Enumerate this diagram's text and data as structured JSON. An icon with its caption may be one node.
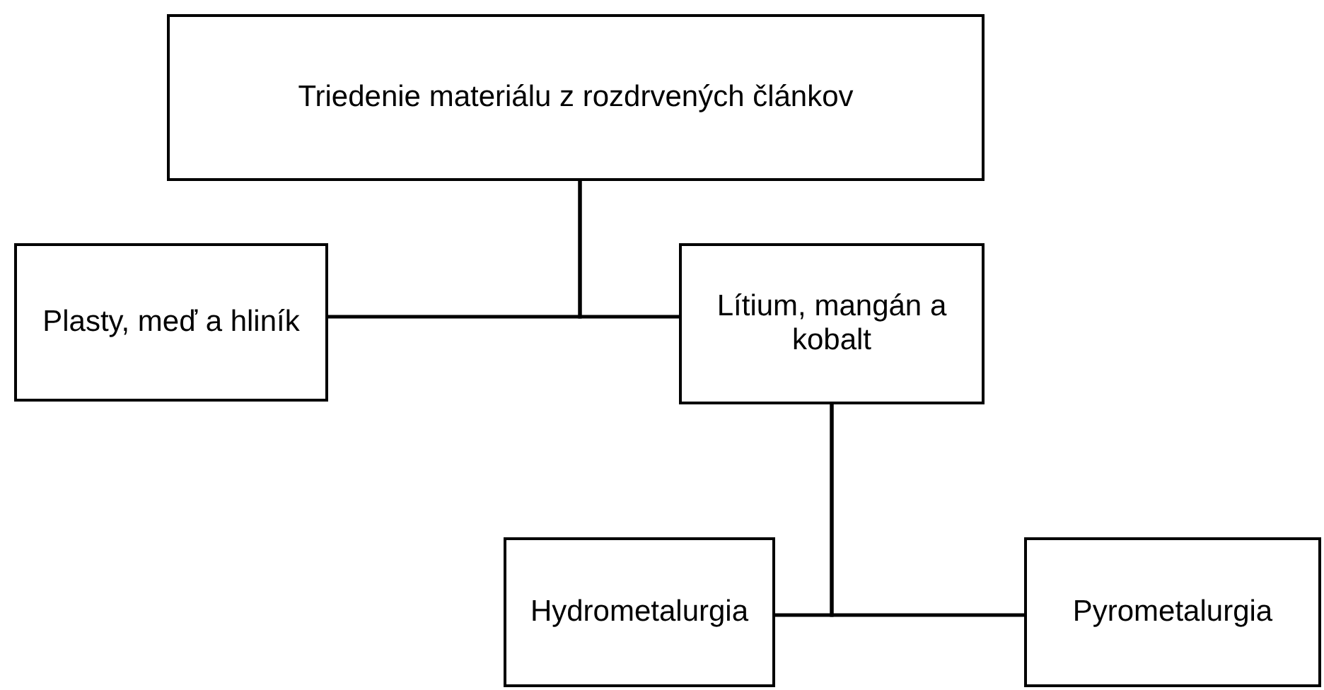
{
  "diagram": {
    "nodes": [
      {
        "text": [
          "Triedenie materiálu z rozdrvených článkov"
        ]
      },
      {
        "text": [
          "Plasty, meď a hliník"
        ]
      },
      {
        "text": [
          "Lítium, mangán a kobalt"
        ]
      },
      {
        "text": [
          "Hydrometalurgia"
        ]
      },
      {
        "text": [
          "Pyrometalurgia"
        ]
      }
    ],
    "edges": [
      {
        "from": 0,
        "to": 1,
        "arrow": "none"
      },
      {
        "from": 0,
        "to": 2,
        "arrow": "none"
      },
      {
        "from": 2,
        "to": 3,
        "arrow": "none"
      },
      {
        "from": 2,
        "to": 4,
        "arrow": "none"
      }
    ]
  }
}
